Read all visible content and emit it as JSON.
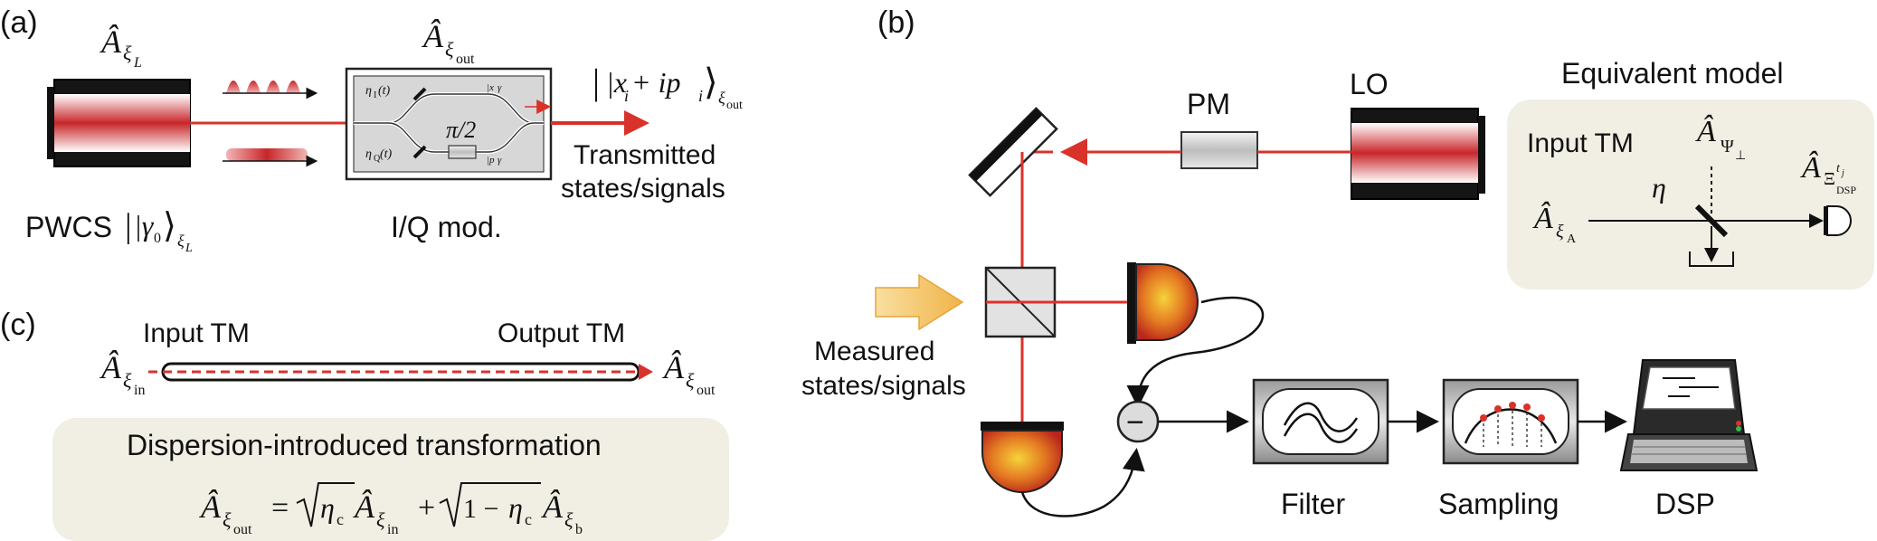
{
  "panel_a": {
    "tag": "(a)",
    "op_in": "Â",
    "op_in_sub": "ξ",
    "op_in_subsub": "L",
    "op_out": "Â",
    "op_out_sub": "ξ",
    "op_out_subsub": "out",
    "eta_i": "η",
    "eta_i_sub": "I",
    "eta_i_arg": "(t)",
    "eta_q": "η",
    "eta_q_sub": "Q",
    "eta_q_arg": "(t)",
    "ket_top": "|x",
    "ket_top_rest": "γ",
    "ket_bottom": "|p",
    "ket_bottom_rest": "γ",
    "pi_half": "π/2",
    "ket_out": "|x",
    "ket_out_i": "i",
    "ket_out_plus": " + ip",
    "ket_out_p": "i",
    "ket_out_close": "⟩",
    "ket_out_sub": "ξ",
    "ket_out_subsub": "out",
    "transmitted_1": "Transmitted",
    "transmitted_2": "states/signals",
    "pwcs_label": "PWCS",
    "pwcs_ket": "|γ",
    "pwcs_ket_sub": "0",
    "pwcs_ket_close": "⟩",
    "pwcs_ket_xi": "ξ",
    "pwcs_ket_xi_sub": "L",
    "iq_label": "I/Q mod."
  },
  "panel_b": {
    "tag": "(b)",
    "pm_label": "PM",
    "lo_label": "LO",
    "measured_1": "Measured",
    "measured_2": "states/signals",
    "filter_label": "Filter",
    "sampling_label": "Sampling",
    "dsp_label": "DSP",
    "minus": "−",
    "equiv_title": "Equivalent model",
    "equiv_input_tm": "Input TM",
    "equiv_a_in": "Â",
    "equiv_a_in_sub": "ξ",
    "equiv_a_in_subsub": "A",
    "equiv_a_vac": "Â",
    "equiv_a_vac_sub": "Ψ",
    "equiv_a_vac_subsub": "⊥",
    "equiv_eta": "η",
    "equiv_a_out": "Â",
    "equiv_a_out_sub": "Ξ",
    "equiv_a_out_sup": "t",
    "equiv_a_out_supsub": "j",
    "equiv_a_out_subsub": "DSP"
  },
  "panel_c": {
    "tag": "(c)",
    "input_tm": "Input TM",
    "output_tm": "Output TM",
    "a_in": "Â",
    "a_in_sub": "ξ",
    "a_in_subsub": "in",
    "a_out": "Â",
    "a_out_sub": "ξ",
    "a_out_subsub": "out",
    "box_title": "Dispersion-introduced transformation",
    "eq_lhs": "Â",
    "eq_lhs_sub": "ξ",
    "eq_lhs_subsub": "out",
    "eq_equals": "=",
    "eq_eta": "η",
    "eq_eta_sub": "c",
    "eq_a1": "Â",
    "eq_a1_sub": "ξ",
    "eq_a1_subsub": "in",
    "eq_plus": "+",
    "eq_one_minus": "1 − ",
    "eq_eta2": "η",
    "eq_eta2_sub": "c",
    "eq_a2": "Â",
    "eq_a2_sub": "ξ",
    "eq_a2_subsub": "b"
  },
  "colors": {
    "beam": "#d9322b",
    "panel_fill": "#f1efe4",
    "detector_inner": "#f2c22f",
    "detector_outer": "#c0281f",
    "arrow_fill": "#f4c86a"
  }
}
